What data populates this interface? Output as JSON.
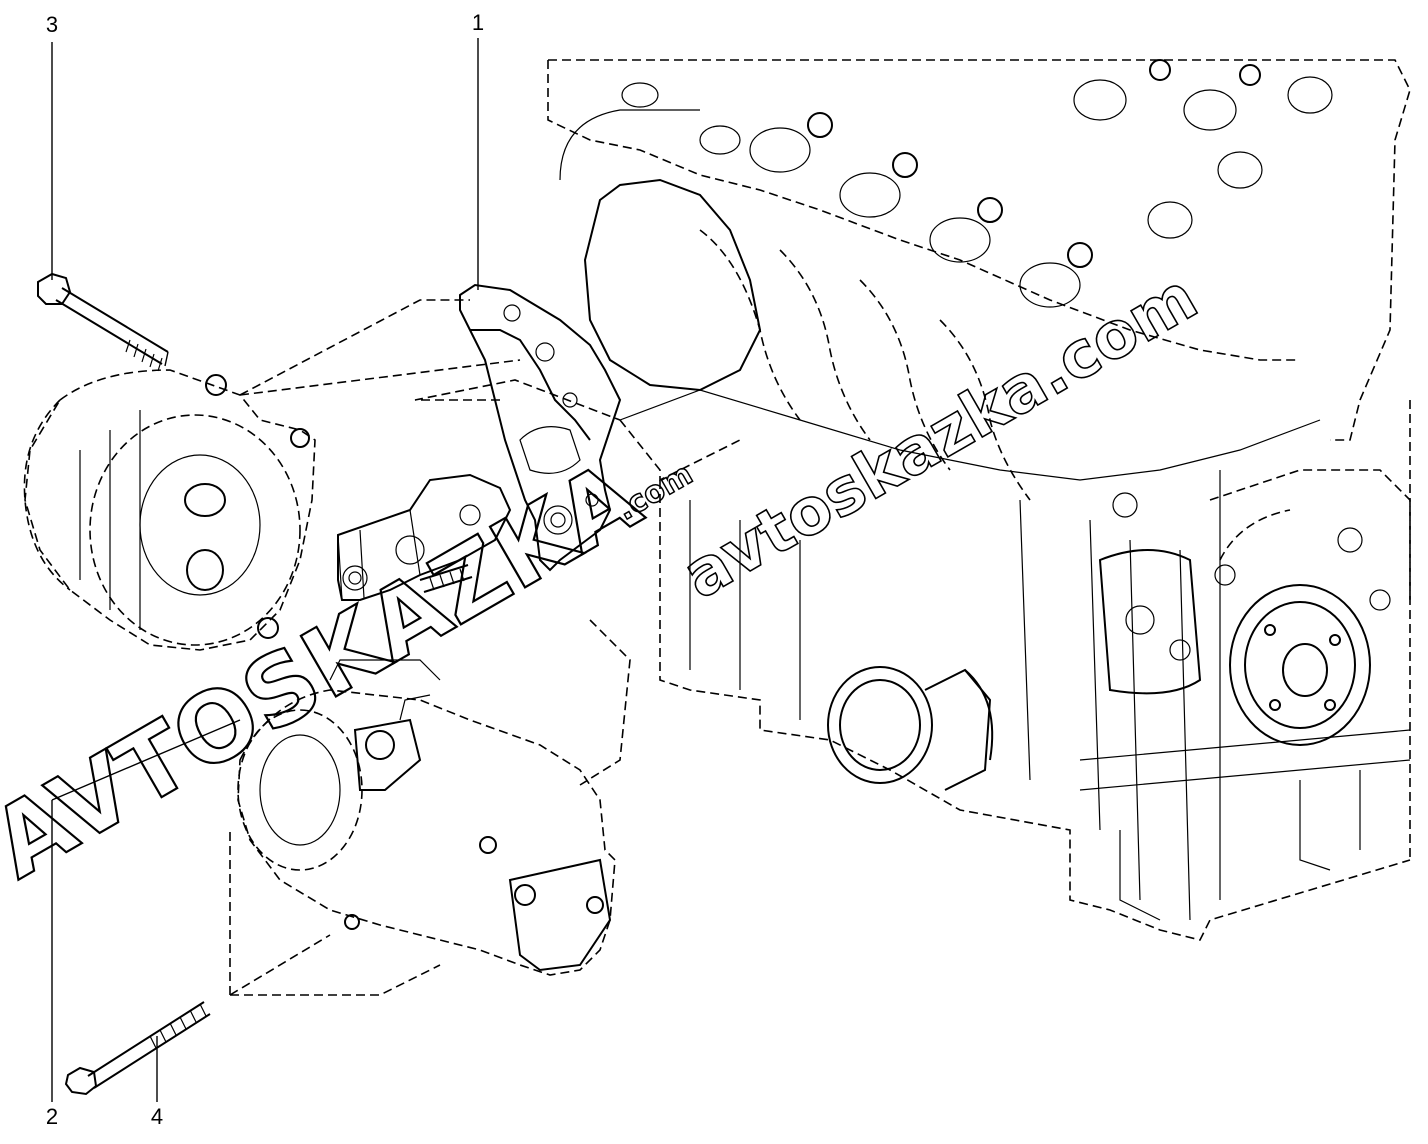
{
  "callouts": [
    {
      "num": "1"
    },
    {
      "num": "2"
    },
    {
      "num": "3"
    },
    {
      "num": "4"
    }
  ],
  "watermark": {
    "text": "AVTOSKAZKA",
    "suffix": ".com",
    "diagonal_text": "avtoskazka.com"
  }
}
